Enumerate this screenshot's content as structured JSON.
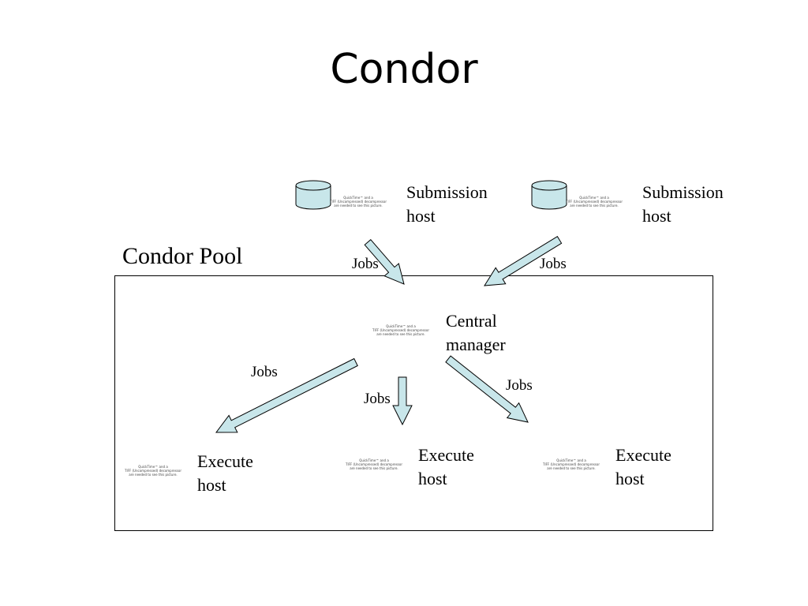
{
  "title": "Condor",
  "pool_label": "Condor Pool",
  "edge_label": "Jobs",
  "placeholder_lines": [
    "QuickTime™ and a",
    "TIFF (Uncompressed) decompressor",
    "are needed to see this picture."
  ],
  "submission_hosts": [
    {
      "line1": "Submission",
      "line2": "host"
    },
    {
      "line1": "Submission",
      "line2": "host"
    }
  ],
  "central_manager": {
    "line1": "Central",
    "line2": "manager"
  },
  "execute_hosts": [
    {
      "line1": "Execute",
      "line2": "host"
    },
    {
      "line1": "Execute",
      "line2": "host"
    },
    {
      "line1": "Execute",
      "line2": "host"
    }
  ],
  "colors": {
    "arrow_fill": "#c8e6ea",
    "disk_fill": "#c8e6ea",
    "stroke": "#000000"
  }
}
